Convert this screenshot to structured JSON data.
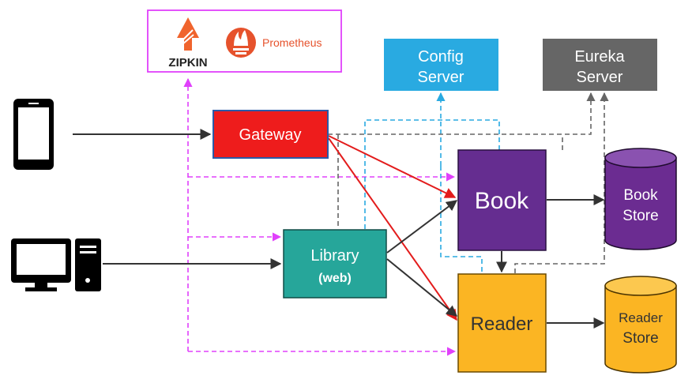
{
  "monitoring": {
    "zipkin_label": "ZIPKIN",
    "prometheus_label": "Prometheus"
  },
  "services": {
    "config": {
      "line1": "Config",
      "line2": "Server"
    },
    "eureka": {
      "line1": "Eureka",
      "line2": "Server"
    },
    "gateway": {
      "label": "Gateway"
    },
    "book": {
      "label": "Book"
    },
    "library": {
      "line1": "Library",
      "line2": "(web)"
    },
    "reader": {
      "label": "Reader"
    }
  },
  "stores": {
    "book": {
      "line1": "Book",
      "line2": "Store"
    },
    "reader": {
      "line1": "Reader",
      "line2": "Store"
    }
  },
  "colors": {
    "monitoring_border": "#e040fb",
    "config": "#29aae1",
    "eureka": "#666666",
    "gateway": "#ee1c1c",
    "book": "#652d90",
    "library": "#26a69a",
    "reader": "#fbb523",
    "store_book": "#6b2c91",
    "store_reader": "#fbb523",
    "arrow_dark": "#333333",
    "arrow_red": "#e31c1c",
    "dash_pink": "#e040fb",
    "dash_blue": "#29aae1",
    "dash_gray": "#666666",
    "zipkin": "#f0642d",
    "prometheus": "#e6522c"
  },
  "icons": [
    "smartphone-icon",
    "desktop-computer-icon",
    "zipkin-logo-icon",
    "prometheus-logo-icon"
  ]
}
